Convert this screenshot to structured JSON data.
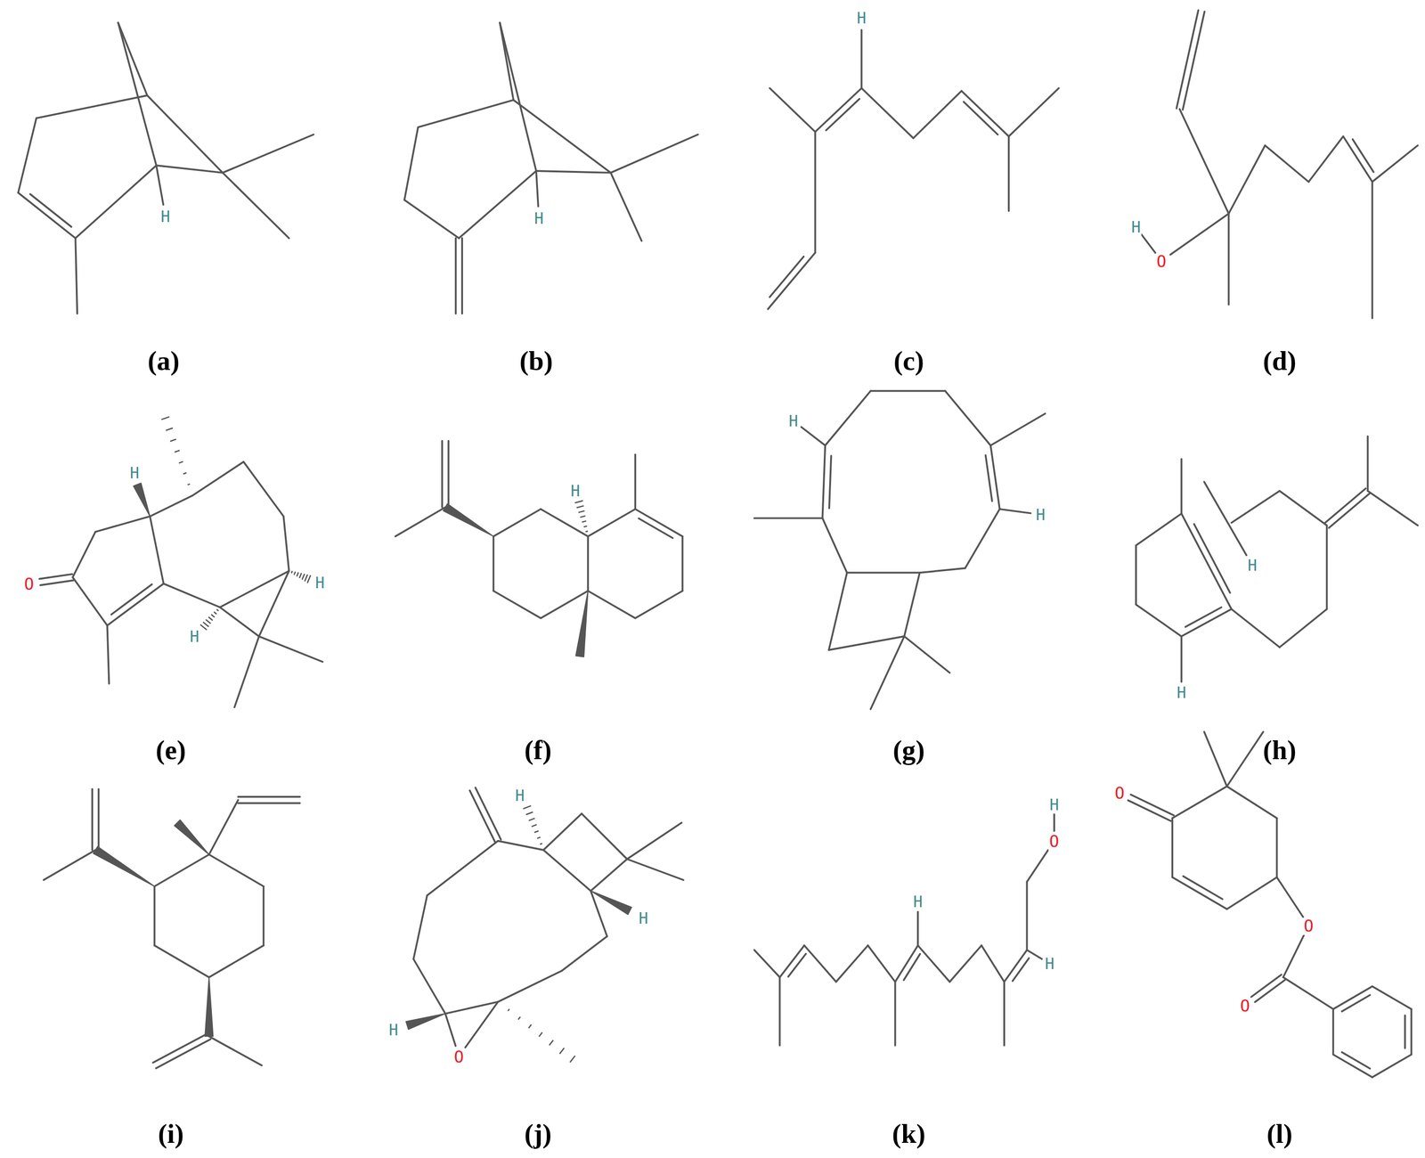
{
  "diagram": {
    "labels": [
      "H",
      "(a)",
      "H",
      "(b)",
      "H",
      "(c)",
      "H",
      "O",
      "(d)",
      "H",
      "O",
      "H",
      "H",
      "(e)",
      "H",
      "(f)",
      "H",
      "H",
      "(g)",
      "H",
      "H",
      "(h)",
      "(i)",
      "H",
      "H",
      "H",
      "O",
      "(j)",
      "H",
      "O",
      "H",
      "H",
      "(k)",
      "O",
      "O",
      "O",
      "(l)"
    ]
  }
}
